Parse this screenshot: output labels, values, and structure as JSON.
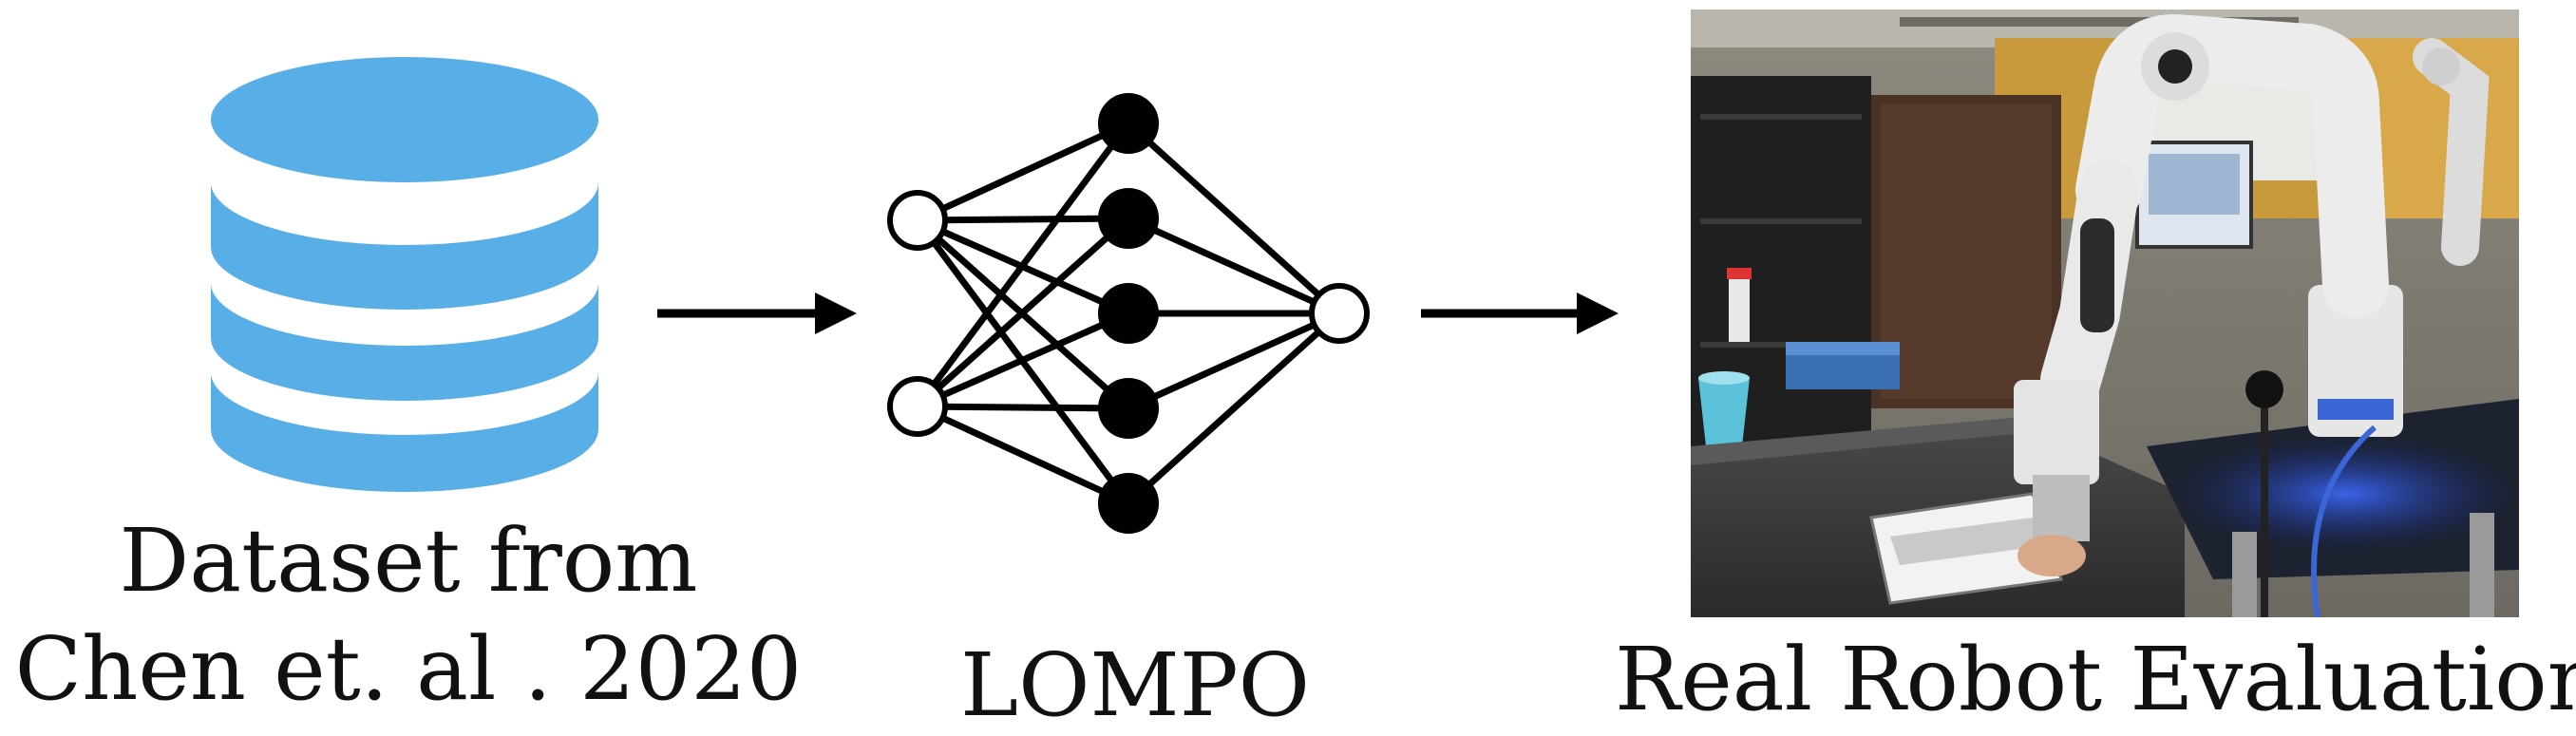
{
  "steps": [
    {
      "id": "dataset",
      "caption_line1": "Dataset from",
      "caption_line2": "Chen et. al . 2020",
      "icon": "database-icon"
    },
    {
      "id": "lompo",
      "caption": "LOMPO",
      "icon": "neural-network-icon"
    },
    {
      "id": "robot",
      "caption": "Real Robot Evaluation",
      "icon": "robot-arm-photo"
    }
  ],
  "network": {
    "input_nodes": 2,
    "hidden_nodes": 5,
    "output_nodes": 1
  },
  "colors": {
    "database": "#58AEE6",
    "arrow": "#000000",
    "hidden_node": "#000000",
    "io_node": "#ffffff"
  }
}
